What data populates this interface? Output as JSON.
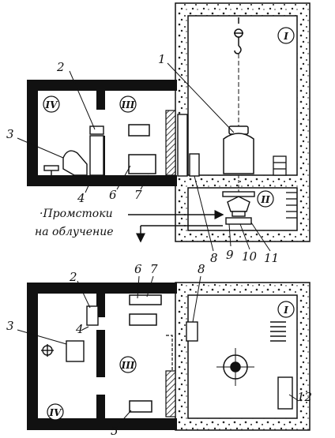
{
  "caption": {
    "line1": "·Промстоки",
    "line2": "на облучение"
  },
  "top_view": {
    "rooms": {
      "r1": "I",
      "r2": "II",
      "r3": "III",
      "r4": "IV"
    },
    "callouts": {
      "c1": "1",
      "c2": "2",
      "c3": "3",
      "c4": "4",
      "c6": "6",
      "c7": "7",
      "c8": "8",
      "c9": "9",
      "c10": "10",
      "c11": "11"
    }
  },
  "bottom_view": {
    "rooms": {
      "r1": "I",
      "r3": "III",
      "r4": "IV"
    },
    "callouts": {
      "c2": "2",
      "c3": "3",
      "c4": "4",
      "c5": "5",
      "c6": "6",
      "c7": "7",
      "c8": "8",
      "c12": "12"
    }
  }
}
